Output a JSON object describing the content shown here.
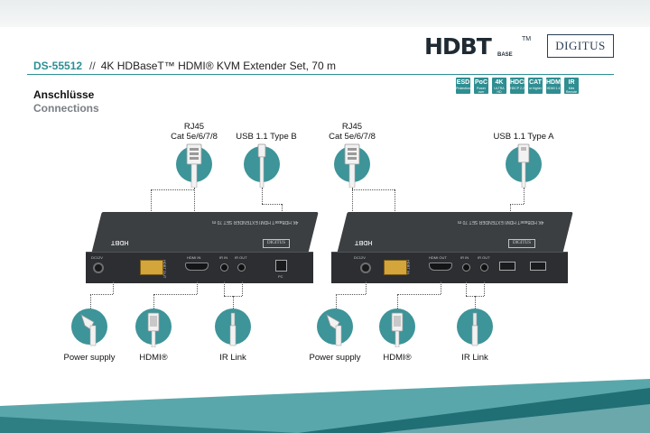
{
  "header": {
    "model": "DS-55512",
    "separator": "//",
    "title": "4K HDBaseT™ HDMI® KVM Extender Set, 70 m"
  },
  "logos": {
    "hdbt": "HDBT",
    "hdbt_sub": "BASE",
    "hdbt_tm": "TM",
    "digitus": "DIGITUS"
  },
  "badges": [
    {
      "big": "ESD",
      "small": "Protection"
    },
    {
      "big": "PoC",
      "small": "Power over Cable"
    },
    {
      "big": "4K",
      "small": "ULTRA HD"
    },
    {
      "big": "HDCP",
      "small": "HDCP 2.2"
    },
    {
      "big": "CAT",
      "small": "or higher"
    },
    {
      "big": "HDMI",
      "small": "HDMI 1.4"
    },
    {
      "big": "IR",
      "small": "Mini Remote"
    }
  ],
  "section": {
    "title_de": "Anschlüsse",
    "title_en": "Connections"
  },
  "top_labels": {
    "rj45_line1": "RJ45",
    "rj45_line2": "Cat 5e/6/7/8",
    "usb_b": "USB 1.1 Type B",
    "usb_a": "USB 1.1 Type A"
  },
  "bottom_labels": {
    "power": "Power supply",
    "hdmi": "HDMI®",
    "ir": "IR Link"
  },
  "device_labels": {
    "title": "4K HDBaseT HDMI EXTENDER SET 70 m",
    "brand": "HDBT",
    "dc": "DC12V",
    "hdbt_out": "HDBT OUT",
    "hdbt_in": "HDBT IN",
    "hdmi_in": "HDMI IN",
    "hdmi_out": "HDMI OUT",
    "ir_in": "IR IN",
    "ir_out": "IR OUT",
    "pc": "PC",
    "digitus": "DIGITUS"
  },
  "colors": {
    "accent": "#2c8f94",
    "circle": "#3d9499",
    "device": "#3c3f42"
  }
}
